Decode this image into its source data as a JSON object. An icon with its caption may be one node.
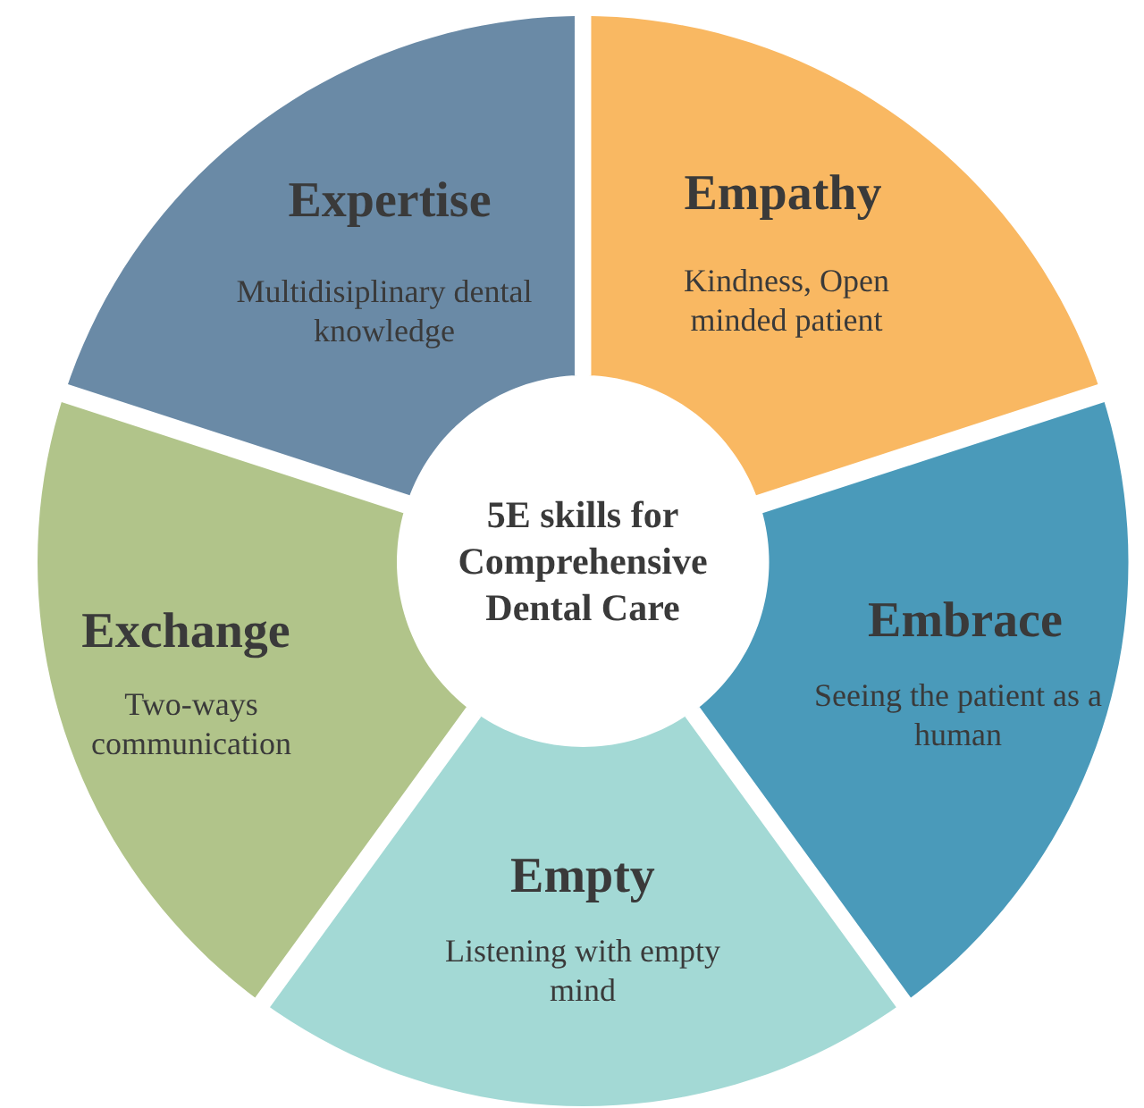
{
  "diagram": {
    "nodes": [
      {
        "text": [
          "Expertise",
          "Multidisiplinary dental knowledge"
        ]
      },
      {
        "text": [
          "Empathy",
          "Kindness, Open minded patient"
        ]
      },
      {
        "text": [
          "5E skills for Comprehensive Dental Care"
        ]
      },
      {
        "text": [
          "Exchange",
          "Two-ways communication"
        ]
      },
      {
        "text": [
          "Embrace",
          "Seeing the patient as a human"
        ]
      },
      {
        "text": [
          "Empty",
          "Listening with empty mind"
        ]
      }
    ]
  }
}
